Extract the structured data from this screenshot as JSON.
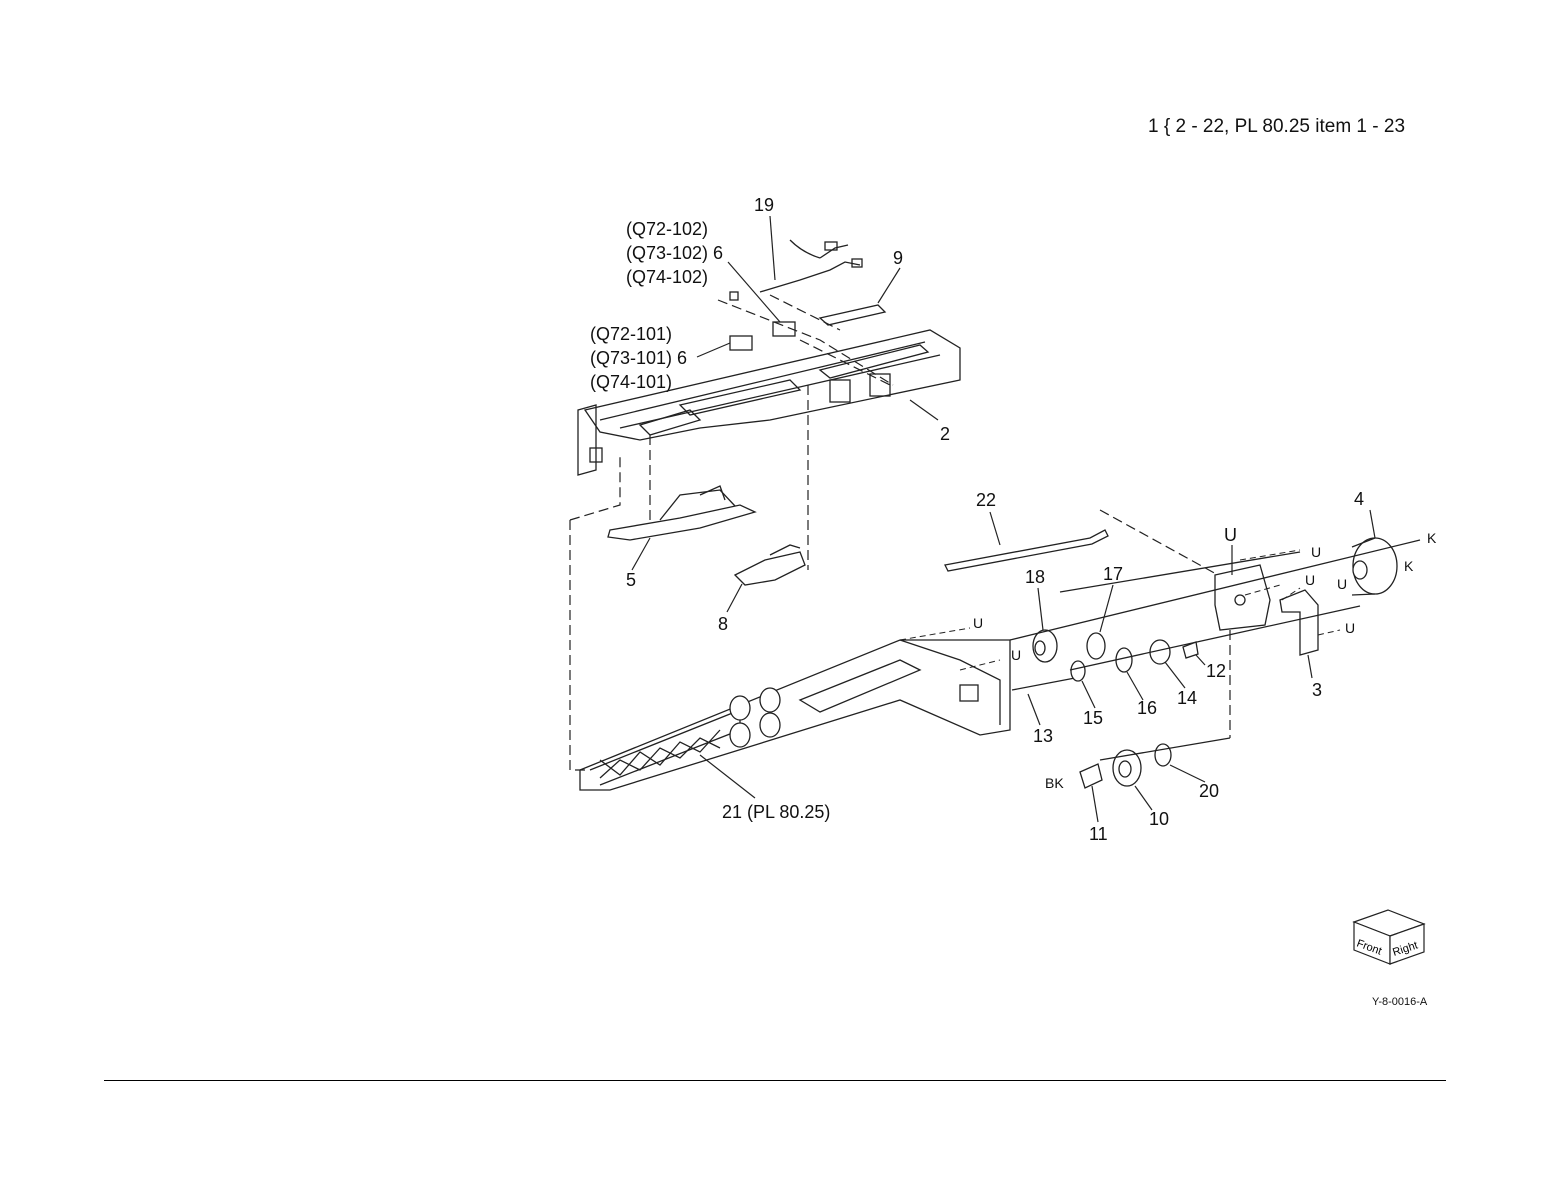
{
  "header_note": "1 { 2 - 22, PL 80.25 item 1 - 23",
  "drawing_id": "Y-8-0016-A",
  "orientation": {
    "front": "Front",
    "right": "Right"
  },
  "callouts": {
    "q72_102": "(Q72-102)",
    "q73_102": "(Q73-102) 6",
    "q74_102": "(Q74-102)",
    "q72_101": "(Q72-101)",
    "q73_101": "(Q73-101) 6",
    "q74_101": "(Q74-101)",
    "n19": "19",
    "n6": "6",
    "n9": "9",
    "n2": "2",
    "n22": "22",
    "n4": "4",
    "n5": "5",
    "n8": "8",
    "n18": "18",
    "n17": "17",
    "n12": "12",
    "n14": "14",
    "n16": "16",
    "n15": "15",
    "n13": "13",
    "n3": "3",
    "n20": "20",
    "n10": "10",
    "n11": "11",
    "n21": "21 (PL 80.25)"
  },
  "markers": {
    "u": "U",
    "k": "K",
    "bk": "BK"
  }
}
